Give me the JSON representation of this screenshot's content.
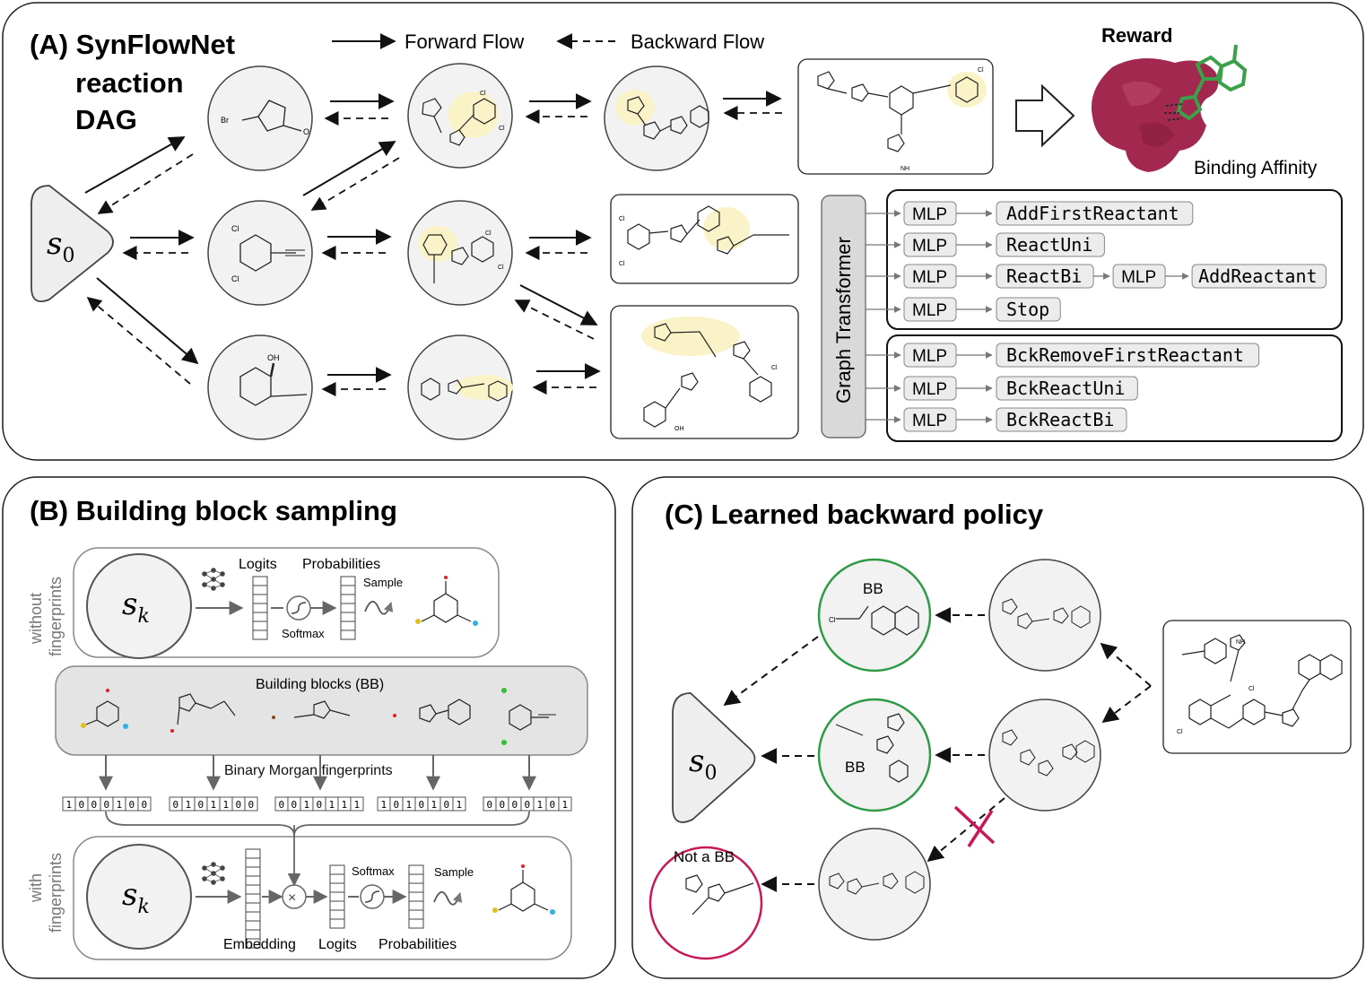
{
  "panel_a": {
    "title_line1": "(A) SynFlowNet",
    "title_line2": "reaction",
    "title_line3": "DAG",
    "legend_forward": "Forward Flow",
    "legend_backward": "Backward Flow",
    "reward_label": "Reward",
    "binding_label": "Binding Affinity",
    "s0_label": "s",
    "s0_sub": "0",
    "transformer_label": "Graph Transformer",
    "mlp_label": "MLP",
    "forward_actions": [
      "AddFirstReactant",
      "ReactUni",
      "ReactBi",
      "Stop"
    ],
    "add_reactant": "AddReactant",
    "backward_actions": [
      "BckRemoveFirstReactant",
      "BckReactUni",
      "BckReactBi"
    ],
    "atom_labels": {
      "br": "Br",
      "cl": "Cl",
      "oh": "OH",
      "nh": "NH",
      "o": "O"
    }
  },
  "panel_b": {
    "title": "(B) Building block sampling",
    "without_fp_1": "without",
    "without_fp_2": "fingerprints",
    "with_fp_1": "with",
    "with_fp_2": "fingerprints",
    "sk_label": "s",
    "sk_sub": "k",
    "logits": "Logits",
    "probabilities": "Probabilities",
    "sample": "Sample",
    "softmax": "Softmax",
    "bb_header": "Building blocks (BB)",
    "morgan": "Binary Morgan fingerprints",
    "fingerprints": [
      "1000100",
      "0101100",
      "0010111",
      "1010101",
      "0000101"
    ],
    "embedding": "Embedding",
    "logits2": "Logits",
    "probabilities2": "Probabilities",
    "softmax2": "Softmax",
    "sample2": "Sample"
  },
  "panel_c": {
    "title": "(C) Learned backward policy",
    "bb_label_1": "BB",
    "bb_label_2": "BB",
    "not_bb": "Not a BB",
    "s0_label": "s",
    "s0_sub": "0"
  },
  "colors": {
    "panel_border": "#1a1a1a",
    "node_fill": "#f2f2f2",
    "green_ring": "#2e9a45",
    "magenta_ring": "#c8185a",
    "cross": "#c8185a",
    "protein": "#a3284f",
    "ligand": "#3aa04a",
    "highlight": "#fbf3c8"
  }
}
